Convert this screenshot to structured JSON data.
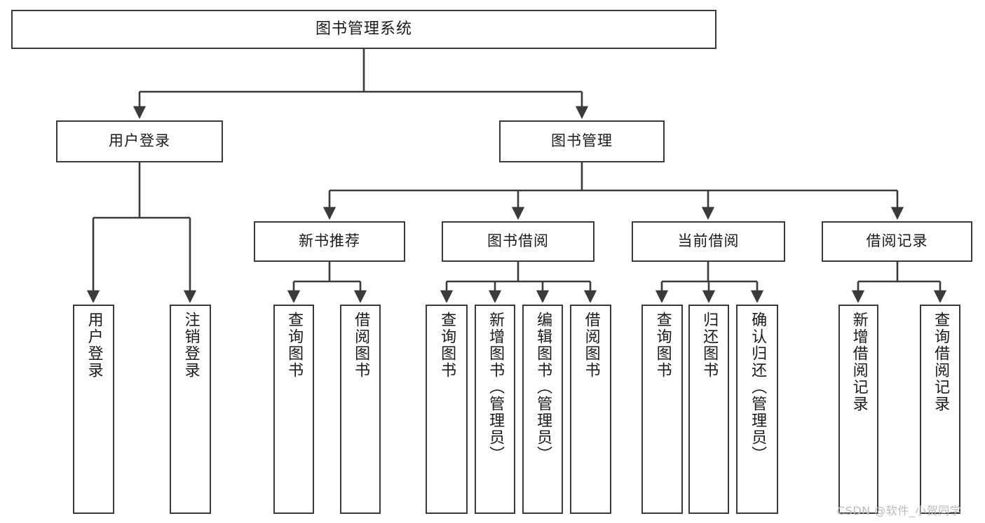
{
  "diagram": {
    "title": "图书管理系统",
    "type": "tree-hierarchy-diagram",
    "watermark": "CSDN @软件_小贺同学",
    "colors": {
      "box_border": "#3a3a3a",
      "box_fill": "#ffffff",
      "connector": "#3a3a3a",
      "text": "#1a1a1a",
      "watermark": "#b9b9b9",
      "background": "#ffffff"
    },
    "nodes": {
      "root": {
        "label": "图书管理系统"
      },
      "level2": [
        {
          "id": "user-login",
          "label": "用户登录"
        },
        {
          "id": "book-manage",
          "label": "图书管理"
        }
      ],
      "level3": [
        {
          "id": "new-book-recommend",
          "label": "新书推荐"
        },
        {
          "id": "book-borrow",
          "label": "图书借阅"
        },
        {
          "id": "current-borrow",
          "label": "当前借阅"
        },
        {
          "id": "borrow-record",
          "label": "借阅记录"
        }
      ],
      "leaves": {
        "user_login": [
          {
            "id": "leaf-user-login",
            "label": "用户登录"
          },
          {
            "id": "leaf-logout-login",
            "label": "注销登录"
          }
        ],
        "new_book_recommend": [
          {
            "id": "leaf-query-book-1",
            "label": "查询图书"
          },
          {
            "id": "leaf-borrow-book-1",
            "label": "借阅图书"
          }
        ],
        "book_borrow": [
          {
            "id": "leaf-query-book-2",
            "label": "查询图书"
          },
          {
            "id": "leaf-add-book",
            "label": "新增图书（管理员）"
          },
          {
            "id": "leaf-edit-book",
            "label": "编辑图书（管理员）"
          },
          {
            "id": "leaf-borrow-book-2",
            "label": "借阅图书"
          }
        ],
        "current_borrow": [
          {
            "id": "leaf-query-book-3",
            "label": "查询图书"
          },
          {
            "id": "leaf-return-book",
            "label": "归还图书"
          },
          {
            "id": "leaf-confirm-return",
            "label": "确认归还（管理员）"
          }
        ],
        "borrow_record": [
          {
            "id": "leaf-add-record",
            "label": "新增借阅记录"
          },
          {
            "id": "leaf-query-record",
            "label": "查询借阅记录"
          }
        ]
      }
    }
  }
}
